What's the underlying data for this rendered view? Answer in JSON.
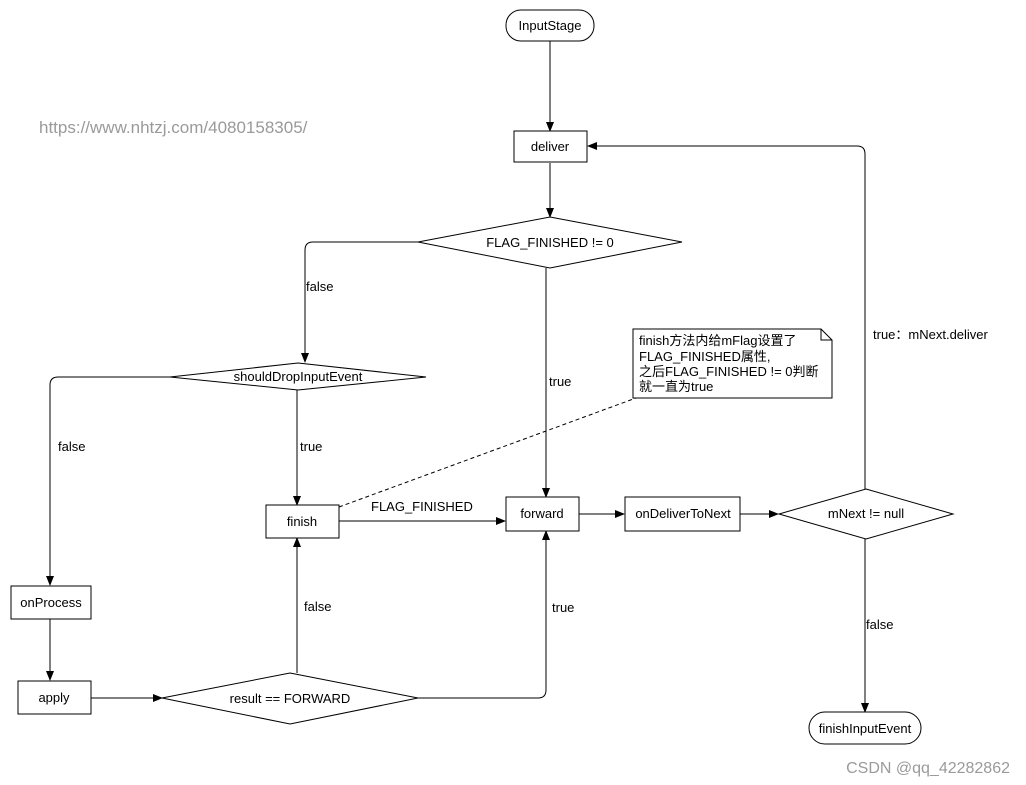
{
  "watermark": "https://www.nhtzj.com/4080158305/",
  "credit": "CSDN @qq_42282862",
  "nodes": {
    "input_stage": "InputStage",
    "deliver": "deliver",
    "flag_check": "FLAG_FINISHED != 0",
    "should_drop": "shouldDropInputEvent",
    "finish": "finish",
    "forward": "forward",
    "on_deliver_to_next": "onDeliverToNext",
    "mnext_check": "mNext != null",
    "on_process": "onProcess",
    "apply": "apply",
    "result_check": "result == FORWARD",
    "finish_input_event": "finishInputEvent"
  },
  "note": {
    "lines": [
      "finish方法内给mFlag设置了",
      "FLAG_FINISHED属性,",
      "之后FLAG_FINISHED != 0判断",
      "就一直为true"
    ]
  },
  "edge_labels": {
    "flag_false": "false",
    "flag_true": "true",
    "drop_false": "false",
    "drop_true": "true",
    "finish_to_forward": "FLAG_FINISHED",
    "result_false": "false",
    "result_true": "true",
    "mnext_true": "true：mNext.deliver",
    "mnext_false": "false"
  }
}
